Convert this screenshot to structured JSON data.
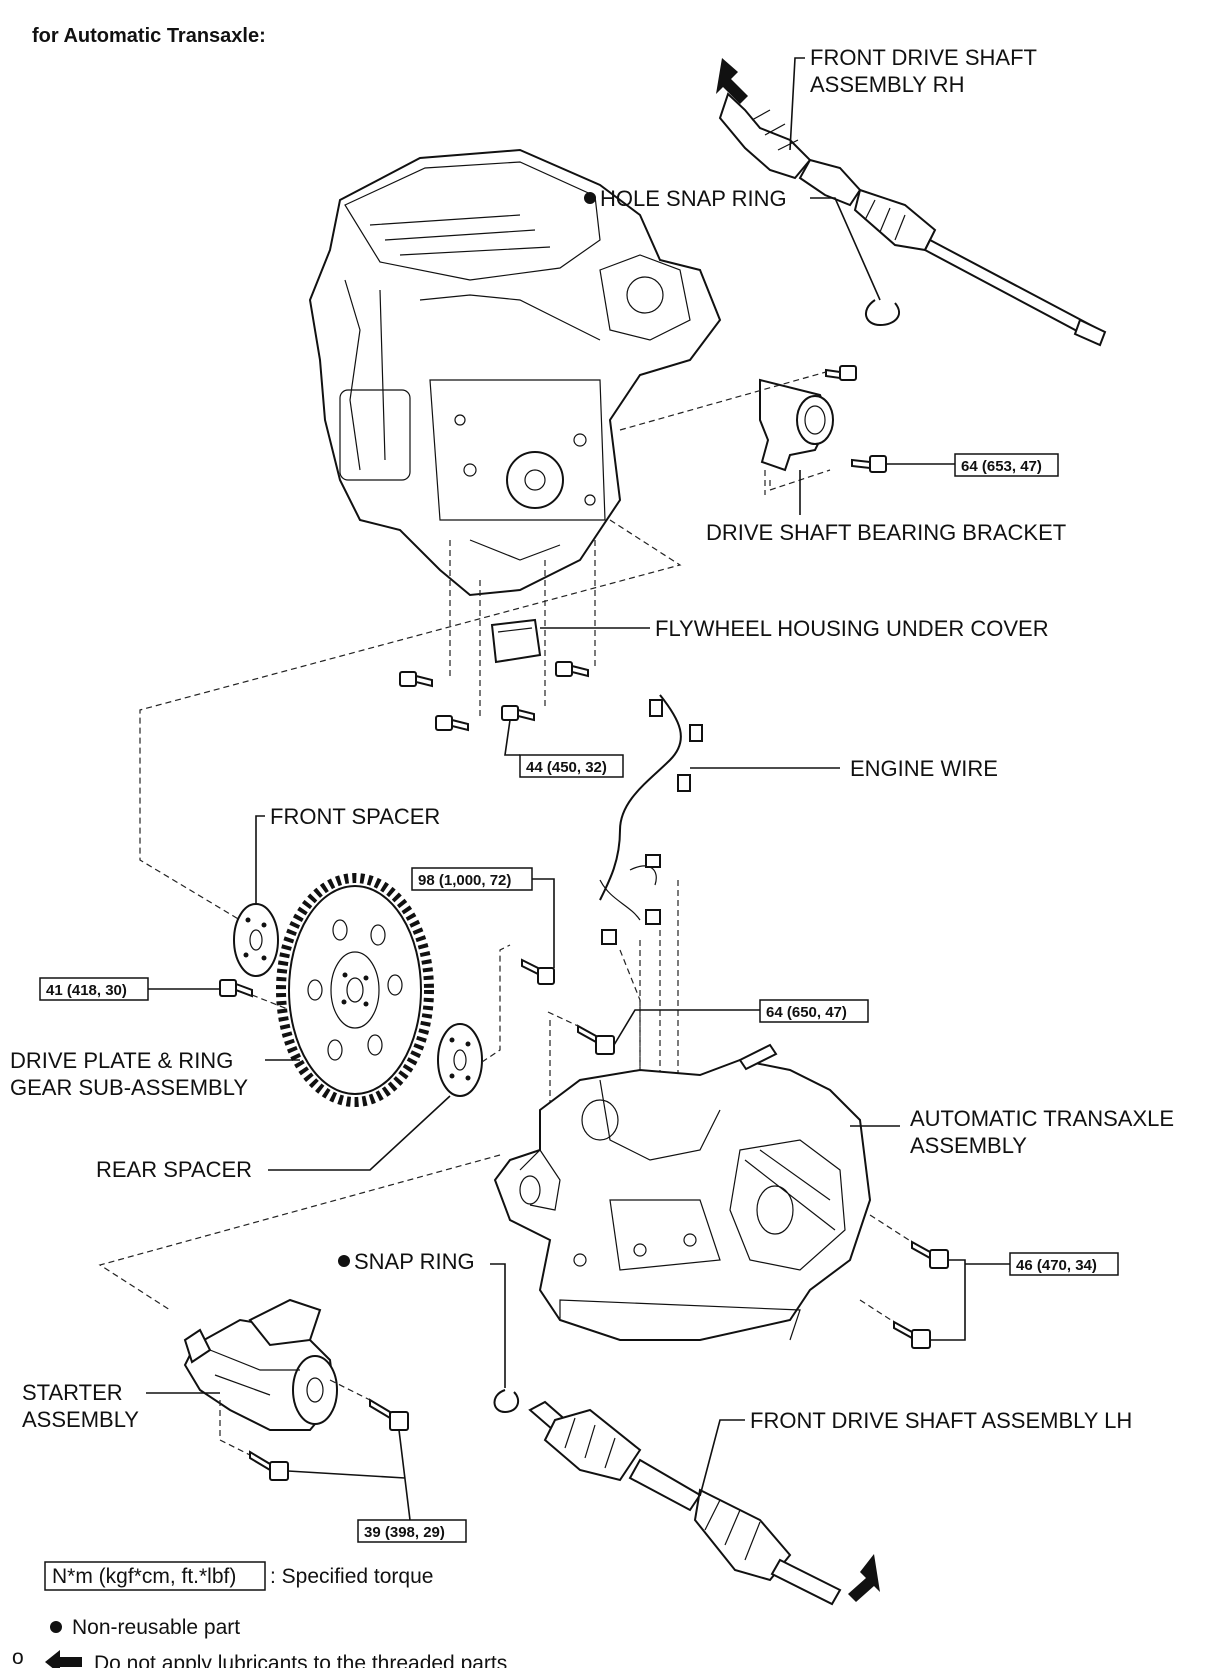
{
  "title": "for Automatic Transaxle:",
  "labels": {
    "front_drive_shaft_rh": [
      "FRONT DRIVE SHAFT",
      "ASSEMBLY RH"
    ],
    "hole_snap_ring": "HOLE SNAP RING",
    "drive_shaft_bearing_bracket": "DRIVE SHAFT BEARING BRACKET",
    "flywheel_housing_under_cover": "FLYWHEEL HOUSING UNDER COVER",
    "engine_wire": "ENGINE WIRE",
    "front_spacer": "FRONT SPACER",
    "drive_plate": [
      "DRIVE PLATE & RING",
      "GEAR SUB-ASSEMBLY"
    ],
    "rear_spacer": "REAR SPACER",
    "automatic_transaxle": [
      "AUTOMATIC TRANSAXLE",
      "ASSEMBLY"
    ],
    "snap_ring": "SNAP RING",
    "starter_assembly": [
      "STARTER",
      "ASSEMBLY"
    ],
    "front_drive_shaft_lh": "FRONT DRIVE SHAFT ASSEMBLY LH"
  },
  "torques": {
    "bracket_bolt": "64 (653, 47)",
    "cover_bolt": "44 (450, 32)",
    "upper_bolt": "98 (1,000, 72)",
    "drive_plate_bolt": "41 (418, 30)",
    "transaxle_bolt": "64 (650, 47)",
    "side_bolts": "46 (470, 34)",
    "starter_bolts": "39 (398, 29)"
  },
  "legend": {
    "torque_unit": "N*m (kgf*cm, ft.*lbf)",
    "torque_text": ": Specified torque",
    "non_reusable": "Non-reusable part",
    "no_lubricant": "Do not apply lubricants to the threaded parts"
  },
  "footer_code": "o"
}
